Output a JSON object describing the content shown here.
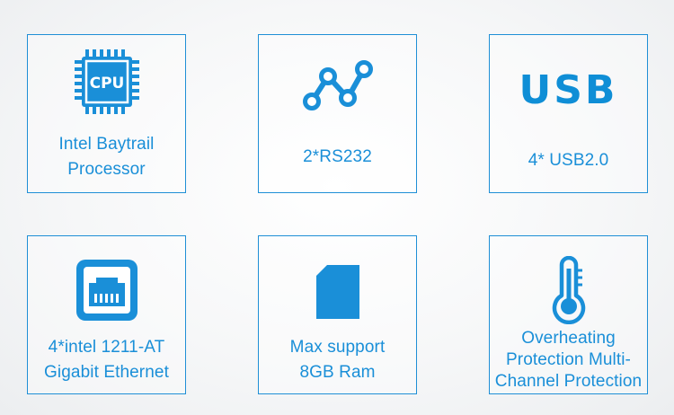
{
  "features": [
    {
      "icon": "cpu-icon",
      "icon_text": "CPU",
      "lines": [
        "Intel Baytrail",
        "Processor"
      ]
    },
    {
      "icon": "serial-port-graph-icon",
      "lines": [
        "2*RS232"
      ]
    },
    {
      "icon": "usb-icon",
      "icon_text": "USB",
      "lines": [
        "4* USB2.0"
      ]
    },
    {
      "icon": "ethernet-port-icon",
      "lines": [
        "4*intel 1211-AT",
        "Gigabit Ethernet"
      ]
    },
    {
      "icon": "memory-card-icon",
      "lines": [
        "Max support",
        "8GB Ram"
      ]
    },
    {
      "icon": "thermometer-icon",
      "lines": [
        "Overheating",
        "Protection Multi-",
        "Channel Protection"
      ]
    }
  ],
  "colors": {
    "accent": "#1a8fd8",
    "border": "#1f8fd6",
    "background": "#f3f4f5"
  }
}
